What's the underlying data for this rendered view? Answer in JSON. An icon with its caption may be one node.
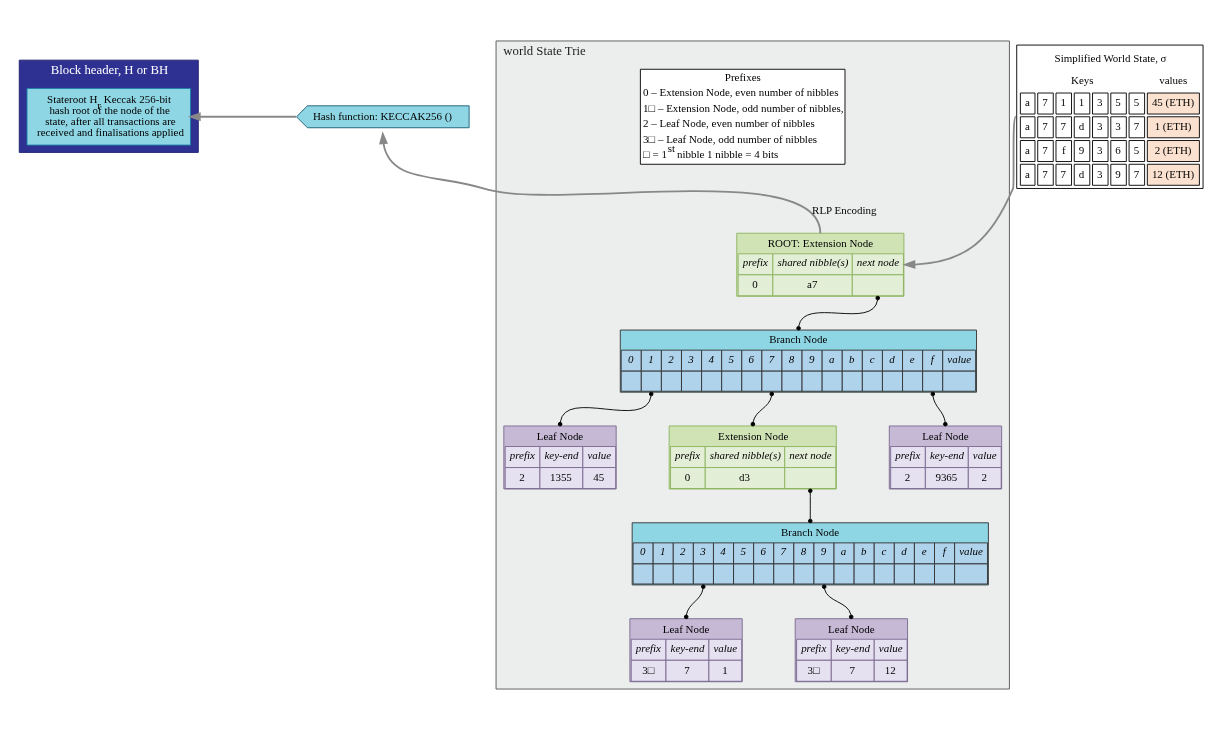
{
  "diagram": {
    "nodes": [
      {
        "text": [
          "Block header, H or BH"
        ]
      },
      {
        "text": [
          "Stateroot H$_{r}$ Keccak 256-bit hash root of the node of the state, after all transactions are received and finalisations applied"
        ],
        "in": 0
      },
      {
        "text": [
          "Hash function: KECCAK256 ()"
        ]
      },
      {
        "text": [
          "Simplified World State, σ",
          "Keys",
          "values",
          "a",
          "7",
          "1",
          "1",
          "3",
          "5",
          "5",
          "45 (ETH)",
          "a",
          "7",
          "7",
          "d",
          "3",
          "3",
          "7",
          "1 (ETH)",
          "a",
          "7",
          "f",
          "9",
          "3",
          "6",
          "5",
          "2 (ETH)",
          "a",
          "7",
          "7",
          "d",
          "3",
          "9",
          "7",
          "12 (ETH)"
        ]
      },
      {
        "text": [
          "world State Trie"
        ]
      },
      {
        "text": [
          "ROOT: Extension Node",
          "prefix",
          "shared nibble(s)",
          "next node",
          "0",
          "a7"
        ],
        "in": 4
      },
      {
        "text": [
          "Branch Node",
          "0",
          "1",
          "2",
          "3",
          "4",
          "5",
          "6",
          "7",
          "8",
          "9",
          "a",
          "b",
          "c",
          "d",
          "e",
          "f",
          "value"
        ],
        "in": 4
      },
      {
        "text": [
          "Leaf Node",
          "prefix",
          "key-end",
          "value",
          "2",
          "1355",
          "45"
        ],
        "in": 4
      },
      {
        "text": [
          "Extension Node",
          "prefix",
          "shared nibble(s)",
          "next node",
          "0",
          "d3"
        ],
        "in": 4
      },
      {
        "text": [
          "Leaf Node",
          "prefix",
          "key-end",
          "value",
          "2",
          "9365",
          "2"
        ],
        "in": 4
      },
      {
        "text": [
          "Prefixes",
          "0 – Extension Node, even number of nibbles",
          "1□ – Extension Node, odd number of nibbles,",
          "2 – Leaf Node, even number of nibbles",
          "3□ – Leaf Node, odd number of nibbles",
          "□ = 1$^{st}$ nibble 1 nibble = 4 bits"
        ],
        "in": 4
      },
      {
        "text": [
          "Branch Node",
          "0",
          "1",
          "2",
          "3",
          "4",
          "5",
          "6",
          "7",
          "8",
          "9",
          "a",
          "b",
          "c",
          "d",
          "e",
          "f",
          "value"
        ],
        "in": 4
      },
      {
        "text": [
          "Leaf Node",
          "prefix",
          "key-end",
          "value",
          "3□",
          "7",
          "1"
        ],
        "in": 4
      },
      {
        "text": [
          "Leaf Node",
          "prefix",
          "key-end",
          "value",
          "3□",
          "7",
          "12"
        ],
        "in": 4
      }
    ],
    "edges": [
      {
        "from": 2,
        "to": 1,
        "arrow": "to",
        "color": "#888888"
      },
      {
        "from": 5,
        "to": 2,
        "arrow": "to",
        "label": "RLP Encoding",
        "color": "#888888"
      },
      {
        "from": 3,
        "to": 5,
        "arrow": "to",
        "color": "#888888"
      },
      {
        "from": 5,
        "to": 6,
        "arrow": "other"
      },
      {
        "from": 6,
        "to": 7,
        "arrow": "other"
      },
      {
        "from": 6,
        "to": 8,
        "arrow": "other"
      },
      {
        "from": 6,
        "to": 9,
        "arrow": "other"
      },
      {
        "from": 8,
        "to": 11,
        "arrow": "other"
      },
      {
        "from": 11,
        "to": 12,
        "arrow": "other"
      },
      {
        "from": 11,
        "to": 13,
        "arrow": "other"
      }
    ]
  }
}
